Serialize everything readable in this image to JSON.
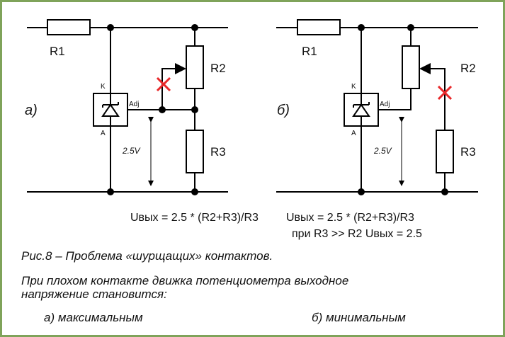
{
  "circuit_a": {
    "variant_label": "а)",
    "r1": "R1",
    "r2": "R2",
    "r3": "R3",
    "pin_k": "K",
    "pin_a": "A",
    "pin_adj": "Adj",
    "voltage": "2.5V",
    "formula": "Uвых = 2.5 * (R2+R3)/R3"
  },
  "circuit_b": {
    "variant_label": "б)",
    "r1": "R1",
    "r2": "R2",
    "r3": "R3",
    "pin_k": "K",
    "pin_a": "A",
    "pin_adj": "Adj",
    "voltage": "2.5V",
    "formula": "Uвых = 2.5 * (R2+R3)/R3",
    "formula_note": "при R3 >> R2 Uвых = 2.5"
  },
  "caption": {
    "title": "Рис.8 – Проблема «шурщащих» контактов.",
    "line1": "При плохом контакте движка потенциометра выходное",
    "line2": "напряжение становится:",
    "option_a": "а) максимальным",
    "option_b": "б) минимальным"
  },
  "colors": {
    "border": "#7fa35a",
    "wire": "#000000",
    "fault_mark": "#e8282a"
  }
}
